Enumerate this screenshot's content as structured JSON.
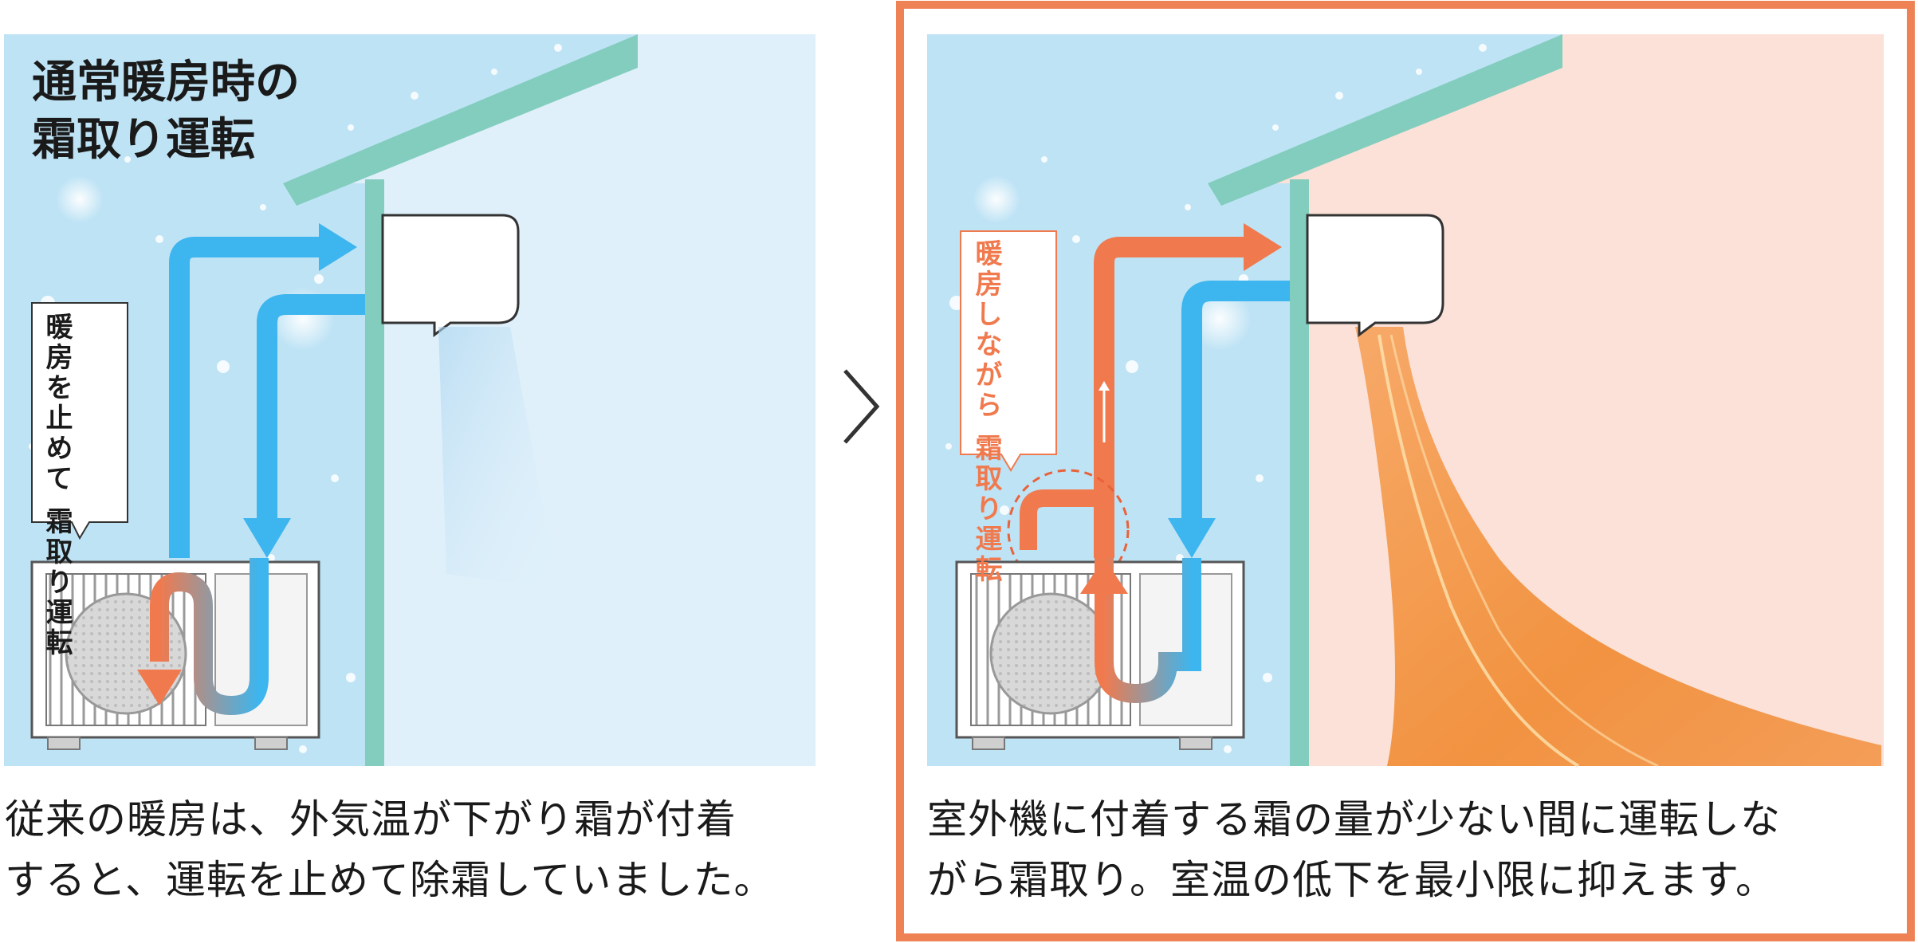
{
  "left_panel": {
    "title_line1": "通常暖房時の",
    "title_line2": "霜取り運転",
    "callout_line1": "暖房を止めて",
    "callout_line2": "霜取り運転",
    "caption_line1": "従来の暖房は、外気温が下がり霜が付着",
    "caption_line2": "すると、運転を止めて除霜していました。"
  },
  "right_panel": {
    "callout_line1": "暖房しながら",
    "callout_line2": "霜取り運転",
    "caption_line1": "室外機に付着する霜の量が少ない間に運転しな",
    "caption_line2": "がら霜取り。室温の低下を最小限に抑えます。"
  },
  "colors": {
    "highlight_border": "#EE8255",
    "heat_arrow": "#F07A4E",
    "cold_arrow": "#3DB5EE",
    "house_frame": "#82CDBE",
    "snow_sky": "#BEE3F5",
    "warm_room": "#FBE1D8",
    "cool_room": "#DFF0FA"
  }
}
